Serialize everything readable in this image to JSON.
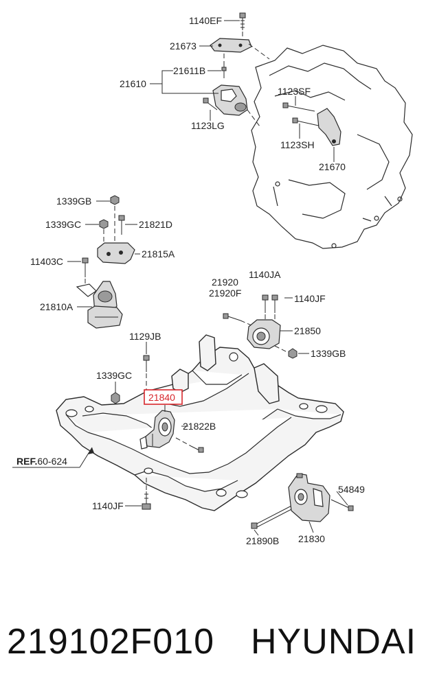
{
  "callouts": {
    "c1140EF": "1140EF",
    "c21673": "21673",
    "c21611B": "21611B",
    "c21610": "21610",
    "c1123SF": "1123SF",
    "c1123LG": "1123LG",
    "c1123SH": "1123SH",
    "c21670": "21670",
    "c1339GB_top": "1339GB",
    "c1339GC_top": "1339GC",
    "c21821D": "21821D",
    "c11403C": "11403C",
    "c21815A": "21815A",
    "c21810A": "21810A",
    "c21920": "21920",
    "c21920F": "21920F",
    "c1140JA": "1140JA",
    "c1140JF_right": "1140JF",
    "c21850": "21850",
    "c1339GB_mid": "1339GB",
    "c1129JB": "1129JB",
    "c1339GC_mid": "1339GC",
    "c21840": "21840",
    "c21822B": "21822B",
    "ref_prefix": "REF.",
    "ref_number": "60-624",
    "c1140JF_bottom": "1140JF",
    "c54849": "54849",
    "c21890B": "21890B",
    "c21830": "21830"
  },
  "highlight_color": "#d7262b",
  "footer": {
    "part_number": "219102F010",
    "brand": "HYUNDAI"
  }
}
